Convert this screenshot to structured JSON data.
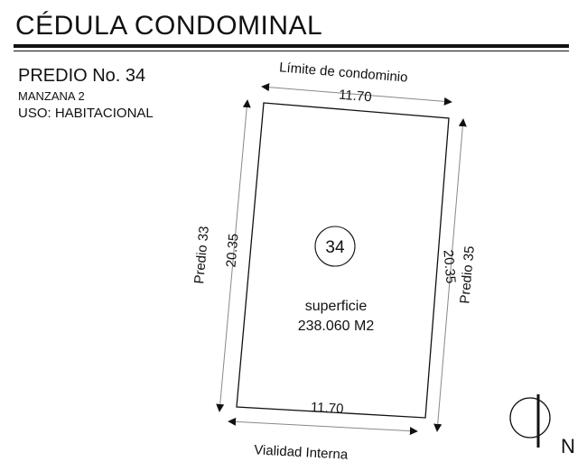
{
  "header": {
    "title": "CÉDULA CONDOMINAL"
  },
  "lot_info": {
    "lot_label": "PREDIO No. 34",
    "block_label": "MANZANA 2",
    "use_label": "USO: HABITACIONAL"
  },
  "plan": {
    "lot_number": "34",
    "area_label": "superficie",
    "area_value": "238.060 M2",
    "boundaries": {
      "top": "Límite de condominio",
      "bottom": "Vialidad Interna",
      "left": "Predio 33",
      "right": "Predio 35"
    },
    "dimensions": {
      "top": "11.70",
      "bottom": "11.70",
      "left": "20.35",
      "right": "20.35"
    }
  },
  "north_arrow": {
    "label": "N"
  }
}
